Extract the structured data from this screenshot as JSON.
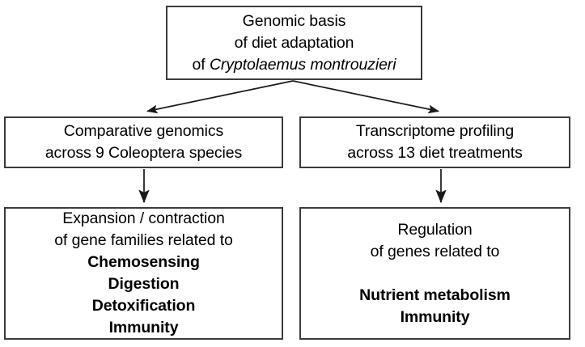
{
  "diagram": {
    "title": "Genomic basis of diet adaptation of Cryptolaemus montrouzieri",
    "type": "flowchart",
    "colors": {
      "box_border": "#3b3b3b",
      "box_fill": "#ffffff",
      "arrow": "#1a1a1a",
      "text": "#000000"
    },
    "nodes": {
      "root": {
        "id": "root",
        "lines": [
          {
            "text": "Genomic basis",
            "style": "normal"
          },
          {
            "text": "of diet adaptation",
            "style": "normal"
          },
          {
            "text": "of ",
            "style": "normal",
            "suffix_italic": "Cryptolaemus montrouzieri"
          }
        ],
        "line1": "Genomic basis",
        "line2": "of diet adaptation",
        "line3_prefix": "of ",
        "line3_italic": "Cryptolaemus montrouzieri"
      },
      "comparative_genomics": {
        "id": "comparative-genomics",
        "line1": "Comparative genomics",
        "line2": "across 9 Coleoptera species"
      },
      "transcriptome_profiling": {
        "id": "transcriptome-profiling",
        "line1": "Transcriptome profiling",
        "line2": "across 13 diet treatments"
      },
      "gene_family_expansion": {
        "id": "gene-family-expansion",
        "line1": "Expansion / contraction",
        "line2": "of gene families related to",
        "bold_items": [
          "Chemosensing",
          "Digestion",
          "Detoxification",
          "Immunity"
        ]
      },
      "gene_regulation": {
        "id": "gene-regulation",
        "line1": "Regulation",
        "line2": "of genes related to",
        "bold_items": [
          "Nutrient metabolism",
          "Immunity"
        ]
      }
    },
    "edges": [
      {
        "name": "root-to-comparative-genomics",
        "from": "root",
        "to": "comparative_genomics",
        "style": "diagonal-arrow"
      },
      {
        "name": "root-to-transcriptome-profiling",
        "from": "root",
        "to": "transcriptome_profiling",
        "style": "diagonal-arrow"
      },
      {
        "name": "comparative-genomics-to-gene-family-expansion",
        "from": "comparative_genomics",
        "to": "gene_family_expansion",
        "style": "vertical-arrow"
      },
      {
        "name": "transcriptome-profiling-to-gene-regulation",
        "from": "transcriptome_profiling",
        "to": "gene_regulation",
        "style": "vertical-arrow"
      }
    ]
  }
}
